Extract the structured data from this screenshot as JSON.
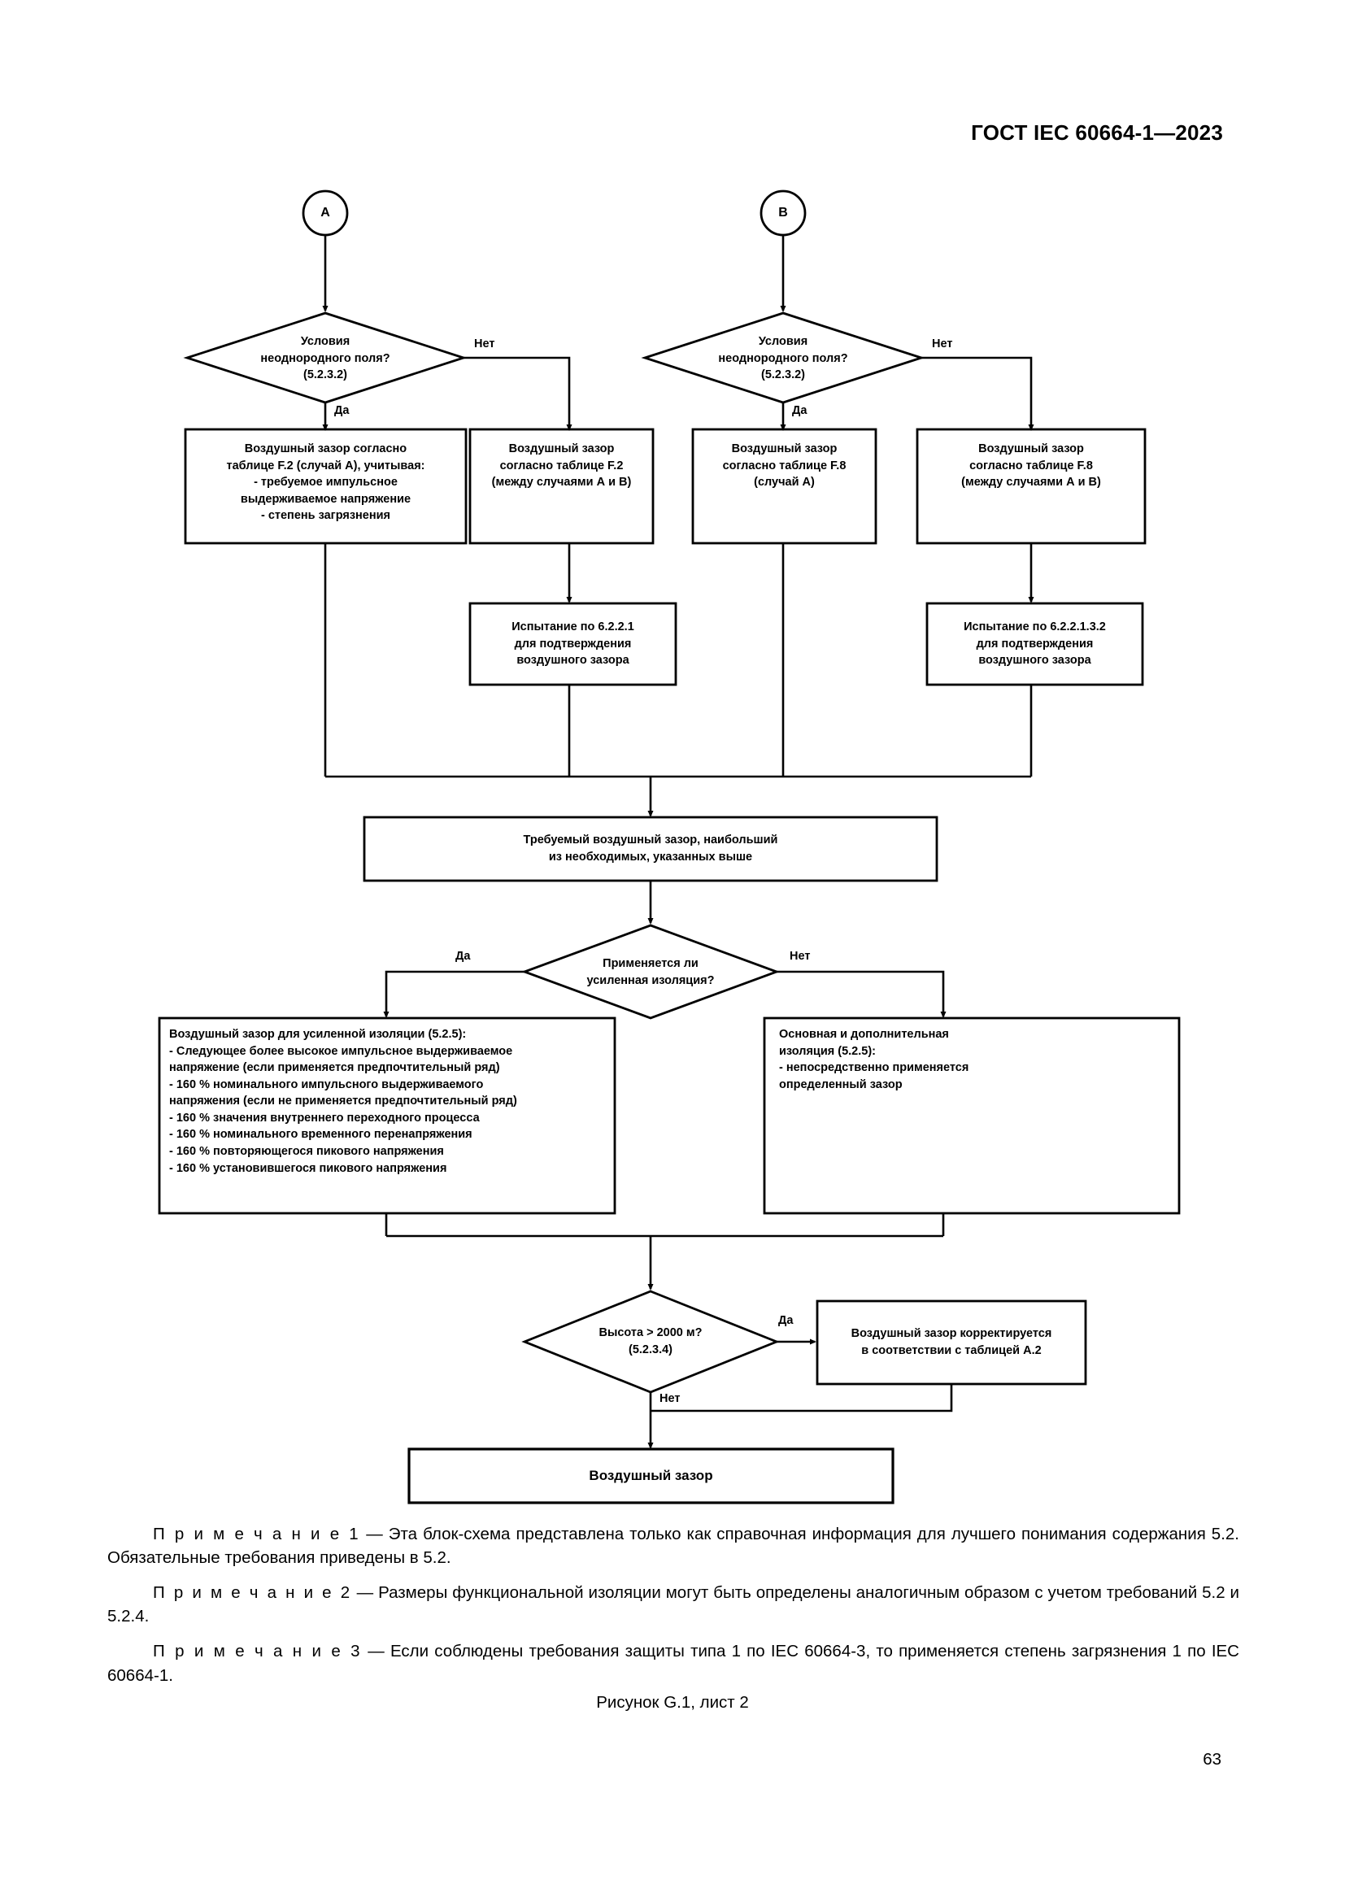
{
  "header": {
    "standard_title": "ГОСТ IEC 60664-1—2023"
  },
  "flowchart": {
    "connector_a": "A",
    "connector_b": "B",
    "decision_a": {
      "line1": "Условия",
      "line2": "неоднородного поля?",
      "line3": "(5.2.3.2)",
      "yes_label": "Да",
      "no_label": "Нет"
    },
    "decision_b": {
      "line1": "Условия",
      "line2": "неоднородного поля?",
      "line3": "(5.2.3.2)",
      "yes_label": "Да",
      "no_label": "Нет"
    },
    "box_f2_case_a": "Воздушный зазор согласно\nтаблице F.2 (случай А), учитывая:\n- требуемое импульсное\nвыдерживаемое напряжение\n- степень загрязнения",
    "box_f2_between": "Воздушный зазор\nсогласно таблице F.2\n(между случаями А и В)",
    "box_f8_case_a": "Воздушный зазор\nсогласно таблице F.8\n(случай А)",
    "box_f8_between": "Воздушный зазор\nсогласно таблице F.8\n(между случаями А и В)",
    "test_6221": "Испытание по 6.2.2.1\nдля подтверждения\nвоздушного зазора",
    "test_622132": "Испытание по 6.2.2.1.3.2\nдля подтверждения\nвоздушного зазора",
    "box_required_clearance": "Требуемый воздушный зазор, наибольший\nиз необходимых, указанных выше",
    "decision_reinforced": {
      "line1": "Применяется ли",
      "line2": "усиленная изоляция?",
      "yes_label": "Да",
      "no_label": "Нет"
    },
    "box_reinforced": "Воздушный зазор для усиленной изоляции (5.2.5):\n - Следующее более высокое импульсное выдерживаемое\nнапряжение (если применяется предпочтительный ряд)\n- 160 % номинального импульсного выдерживаемого\nнапряжения (если не применяется предпочтительный ряд)\n- 160 % значения внутреннего переходного процесса\n- 160 % номинального временного перенапряжения\n- 160 % повторяющегося пикового напряжения\n- 160 % установившегося пикового напряжения",
    "box_basic": "Основная и дополнительная\nизоляция (5.2.5):\n- непосредственно применяется\nопределенный зазор",
    "decision_altitude": {
      "line1": "Высота > 2000 м?",
      "line2": "(5.2.3.4)",
      "yes_label": "Да",
      "no_label": "Нет"
    },
    "box_altitude_correction": "Воздушный зазор корректируется\nв соответствии с таблицей А.2",
    "terminal_clearance": "Воздушный зазор"
  },
  "notes": {
    "note1_lead": "П р и м е ч а н и е  1",
    "note1_body": " — Эта блок-схема представлена только как справочная информация для лучшего понимания содержания 5.2. Обязательные требования приведены в 5.2.",
    "note2_lead": "П р и м е ч а н и е  2",
    "note2_body": " — Размеры функциональной изоляции могут быть определены аналогичным образом с учетом требований 5.2 и 5.2.4.",
    "note3_lead": "П р и м е ч а н и е  3",
    "note3_body": " — Если соблюдены требования защиты типа 1 по IEC 60664-3, то применяется степень загрязнения 1 по IEC 60664-1."
  },
  "figure_caption": "Рисунок G.1, лист 2",
  "page_number": "63",
  "colors": {
    "ink": "#000000",
    "paper": "#ffffff"
  }
}
